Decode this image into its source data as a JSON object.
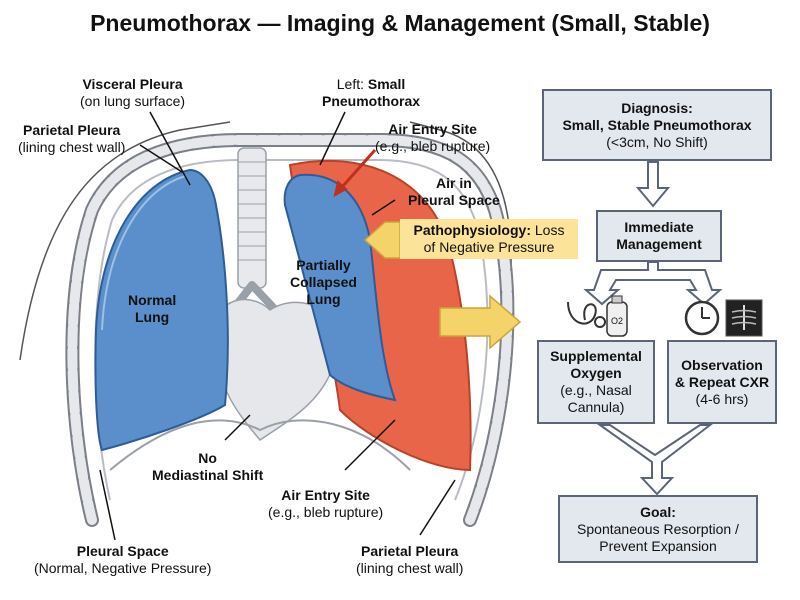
{
  "title": "Pneumothorax — Imaging & Management (Small, Stable)",
  "anatomy": {
    "visceral_pleura": {
      "title": "Visceral Pleura",
      "sub": "(on lung surface)"
    },
    "parietal_pleura_top": {
      "title": "Parietal Pleura",
      "sub": "(lining chest wall)"
    },
    "left_small_ptx": {
      "prefix": "Left: ",
      "title_bold": "Small",
      "line2": "Pneumothorax"
    },
    "air_entry_top": {
      "title": "Air Entry Site",
      "sub": "(e.g., bleb rupture)"
    },
    "air_in_pleural": {
      "line1": "Air in",
      "line2": "Pleural Space"
    },
    "pathophysiology": {
      "bold": "Pathophysiology:",
      "rest1": " Loss",
      "line2": "of Negative Pressure"
    },
    "normal_lung": {
      "line1": "Normal",
      "line2": "Lung"
    },
    "collapsed_lung": {
      "line1": "Partially",
      "line2": "Collapsed",
      "line3": "Lung"
    },
    "no_shift": {
      "line1": "No",
      "line2": "Mediastinal Shift"
    },
    "air_entry_bottom": {
      "title": "Air Entry Site",
      "sub": "(e.g., bleb rupture)"
    },
    "pleural_space": {
      "title": "Pleural Space",
      "sub": "(Normal, Negative Pressure)"
    },
    "parietal_pleura_bottom": {
      "title": "Parietal Pleura",
      "sub": "(lining chest wall)"
    }
  },
  "flow": {
    "diagnosis": {
      "title": "Diagnosis:",
      "line2": "Small, Stable Pneumothorax",
      "line3": "(<3cm, No Shift)"
    },
    "immediate": {
      "line1": "Immediate",
      "line2": "Management"
    },
    "oxygen": {
      "line1": "Supplemental",
      "line2": "Oxygen",
      "line3": "(e.g., Nasal",
      "line4": "Cannula)"
    },
    "observation": {
      "line1": "Observation",
      "line2": "& Repeat CXR",
      "line3": "(4-6 hrs)"
    },
    "goal": {
      "title": "Goal:",
      "line2": "Spontaneous Resorption /",
      "line3": "Prevent Expansion"
    },
    "o2_symbol": "O2"
  },
  "colors": {
    "lung_blue": "#5b8fcb",
    "air_red": "#e8654a",
    "arrow_yellow": "#f5d36b",
    "box_fill": "#e3e8ef",
    "box_border": "#5a6577",
    "bone": "#e6e8ec"
  }
}
